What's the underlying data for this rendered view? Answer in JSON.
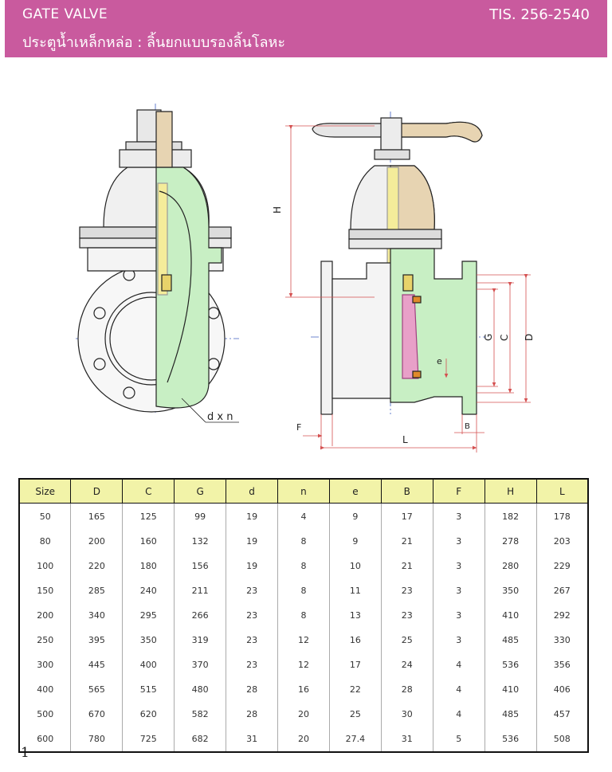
{
  "header": {
    "title": "GATE VALVE",
    "subtitle": "ประตูน้ำเหล็กหล่อ : ลิ้นยกแบบรองลิ้นโลหะ",
    "standard": "TIS. 256-2540"
  },
  "drawing_labels": {
    "dxn": "d x n",
    "H": "H",
    "G": "G",
    "C": "C",
    "D": "D",
    "e": "e",
    "F": "F",
    "L": "L",
    "B": "B"
  },
  "colors": {
    "header_bg": "#c95a9e",
    "table_header_bg": "#f2f3a8",
    "green_fill": "#c8efc4",
    "tan_fill": "#e7d4b2",
    "yellow_fill": "#f4ec9a",
    "orange_seat": "#e08a2a",
    "dimension_red": "#d45050",
    "centerline_blue": "#4060c0"
  },
  "table": {
    "headers": [
      "Size",
      "D",
      "C",
      "G",
      "d",
      "n",
      "e",
      "B",
      "F",
      "H",
      "L"
    ],
    "rows": [
      [
        "50",
        "165",
        "125",
        "99",
        "19",
        "4",
        "9",
        "17",
        "3",
        "182",
        "178"
      ],
      [
        "80",
        "200",
        "160",
        "132",
        "19",
        "8",
        "9",
        "21",
        "3",
        "278",
        "203"
      ],
      [
        "100",
        "220",
        "180",
        "156",
        "19",
        "8",
        "10",
        "21",
        "3",
        "280",
        "229"
      ],
      [
        "150",
        "285",
        "240",
        "211",
        "23",
        "8",
        "11",
        "23",
        "3",
        "350",
        "267"
      ],
      [
        "200",
        "340",
        "295",
        "266",
        "23",
        "8",
        "13",
        "23",
        "3",
        "410",
        "292"
      ],
      [
        "250",
        "395",
        "350",
        "319",
        "23",
        "12",
        "16",
        "25",
        "3",
        "485",
        "330"
      ],
      [
        "300",
        "445",
        "400",
        "370",
        "23",
        "12",
        "17",
        "24",
        "4",
        "536",
        "356"
      ],
      [
        "400",
        "565",
        "515",
        "480",
        "28",
        "16",
        "22",
        "28",
        "4",
        "410",
        "406"
      ],
      [
        "500",
        "670",
        "620",
        "582",
        "28",
        "20",
        "25",
        "30",
        "4",
        "485",
        "457"
      ],
      [
        "600",
        "780",
        "725",
        "682",
        "31",
        "20",
        "27.4",
        "31",
        "5",
        "536",
        "508"
      ]
    ]
  },
  "page_number": "1"
}
